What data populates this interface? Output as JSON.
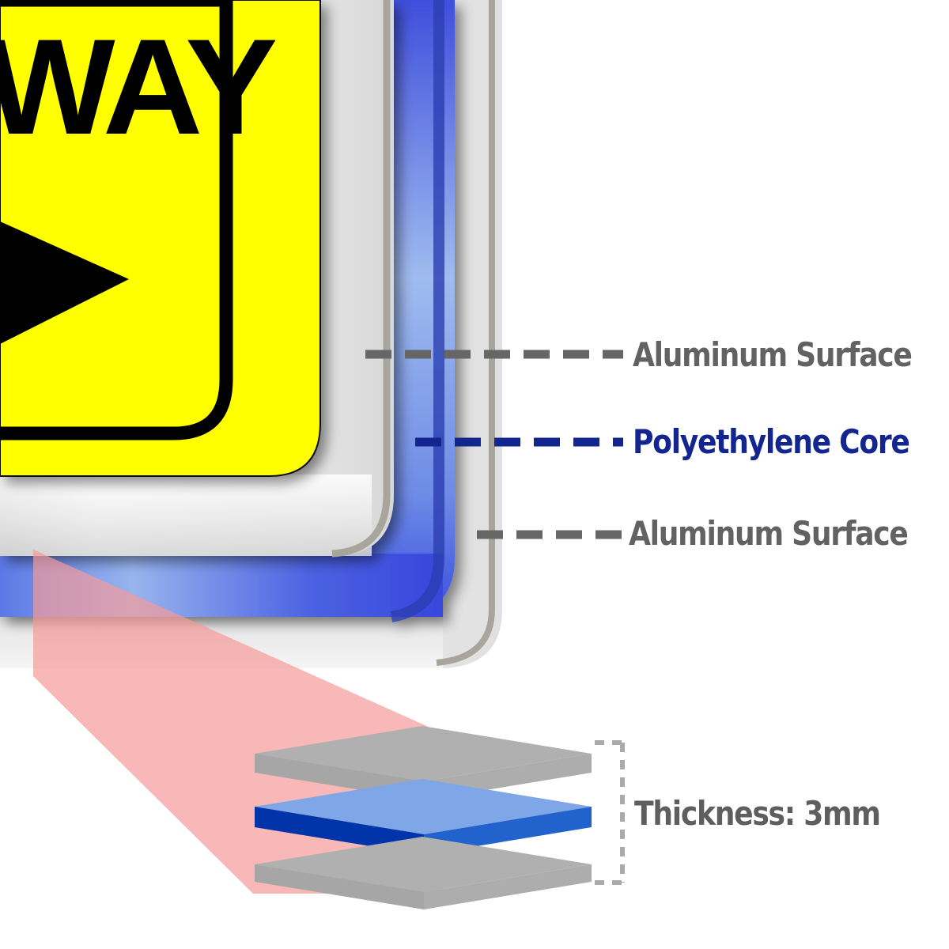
{
  "sign": {
    "word": "WAY",
    "background_color": "#ffff00",
    "border_color": "#000000",
    "arrow_direction": "right"
  },
  "panel_layers": {
    "front_surface_color": "#f4f4f4",
    "core_color": "#3d52e0",
    "core_highlight_color": "#9fbcef",
    "back_surface_color": "#e8e8e8",
    "edge_color": "#a8a59c"
  },
  "callouts": [
    {
      "label": "Aluminum Surface",
      "line_color": "#666666",
      "text_color": "#626262"
    },
    {
      "label": "Polyethylene Core",
      "line_color": "#13268f",
      "text_color": "#13268f"
    },
    {
      "label": "Aluminum Surface",
      "line_color": "#666666",
      "text_color": "#626262"
    }
  ],
  "cross_section": {
    "layers": [
      {
        "name": "top-aluminum",
        "top_color": "#b0b0b0",
        "side_color": "#a3a3a3"
      },
      {
        "name": "polyethylene-core",
        "top_color": "#7fa6e6",
        "side_left_color": "#0034a8",
        "side_right_color": "#2262cc"
      },
      {
        "name": "bottom-aluminum",
        "top_color": "#b0b0b0",
        "side_color": "#a3a3a3"
      }
    ],
    "thickness_label": "Thickness: 3mm",
    "bracket_color": "#aaaaaa",
    "zoom_beam_color": "#f59a9a"
  }
}
